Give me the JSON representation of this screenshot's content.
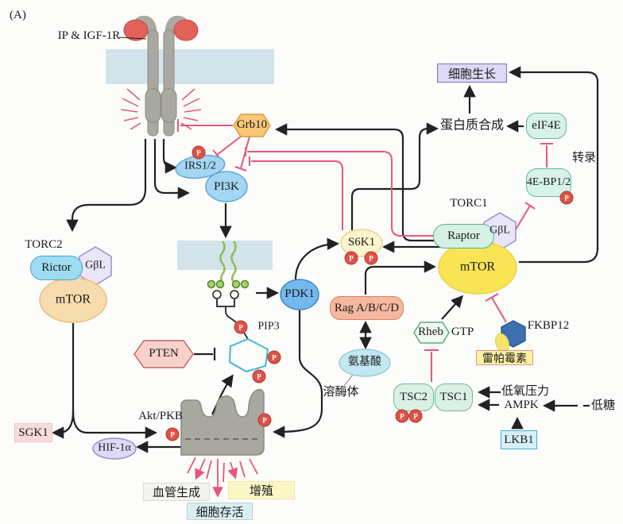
{
  "panel": {
    "label": "(A)"
  },
  "nodes": {
    "receptor": "IP & IGF-1R",
    "grb10": "Grb10",
    "irs": "IRS1/2",
    "pi3k": "PI3K",
    "torc2": "TORC2",
    "rictor": "Rictor",
    "gbl_torc2": "GβL",
    "mtor_torc2": "mTOR",
    "torc1": "TORC1",
    "raptor": "Raptor",
    "gbl_torc1": "GβL",
    "mtor_torc1": "mTOR",
    "s6k1": "S6K1",
    "pdk1": "PDK1",
    "pip3": "PIP3",
    "pten": "PTEN",
    "akt": "Akt/PKB",
    "sgk1": "SGK1",
    "hif1a": "HIF-1α",
    "rag": "Rag A/B/C/D",
    "amino_acids": "氨基酸",
    "lysosome": "溶酶体",
    "rheb": "Rheb",
    "gtp": "GTP",
    "fkbp12": "FKBP12",
    "rapamycin": "雷帕霉素",
    "tsc2": "TSC2",
    "tsc1": "TSC1",
    "hypoxia": "低氧压力",
    "ampk": "AMPK",
    "low_glucose": "低糖",
    "lkb1": "LKB1",
    "four_ebp": "4E-BP1/2",
    "eif4e": "eIF4E",
    "protein_synthesis": "蛋白质合成",
    "cell_growth": "细胞生长",
    "transcription": "转录",
    "angiogenesis": "血管生成",
    "proliferation": "增殖",
    "cell_survival": "细胞存活",
    "phospho": "P"
  },
  "colors": {
    "inhibition_pink": "#e4577e",
    "activation_black": "#222222",
    "membrane_blue": "#d3e3ea",
    "phospho_red": "#dc5347",
    "receptor_gray": "#aaa9a1",
    "mtor_yellow": "#f8e455",
    "mtor_tan": "#f6dcae",
    "raptor_green": "#d6f0e3",
    "kinase_blue": "#a3d6f2",
    "grb10_orange": "#f8c877",
    "fkbp12_blue": "#3f6fae",
    "rapamycin_yellow": "#fbf3a2",
    "growth_lavender": "#dcd9f4"
  }
}
